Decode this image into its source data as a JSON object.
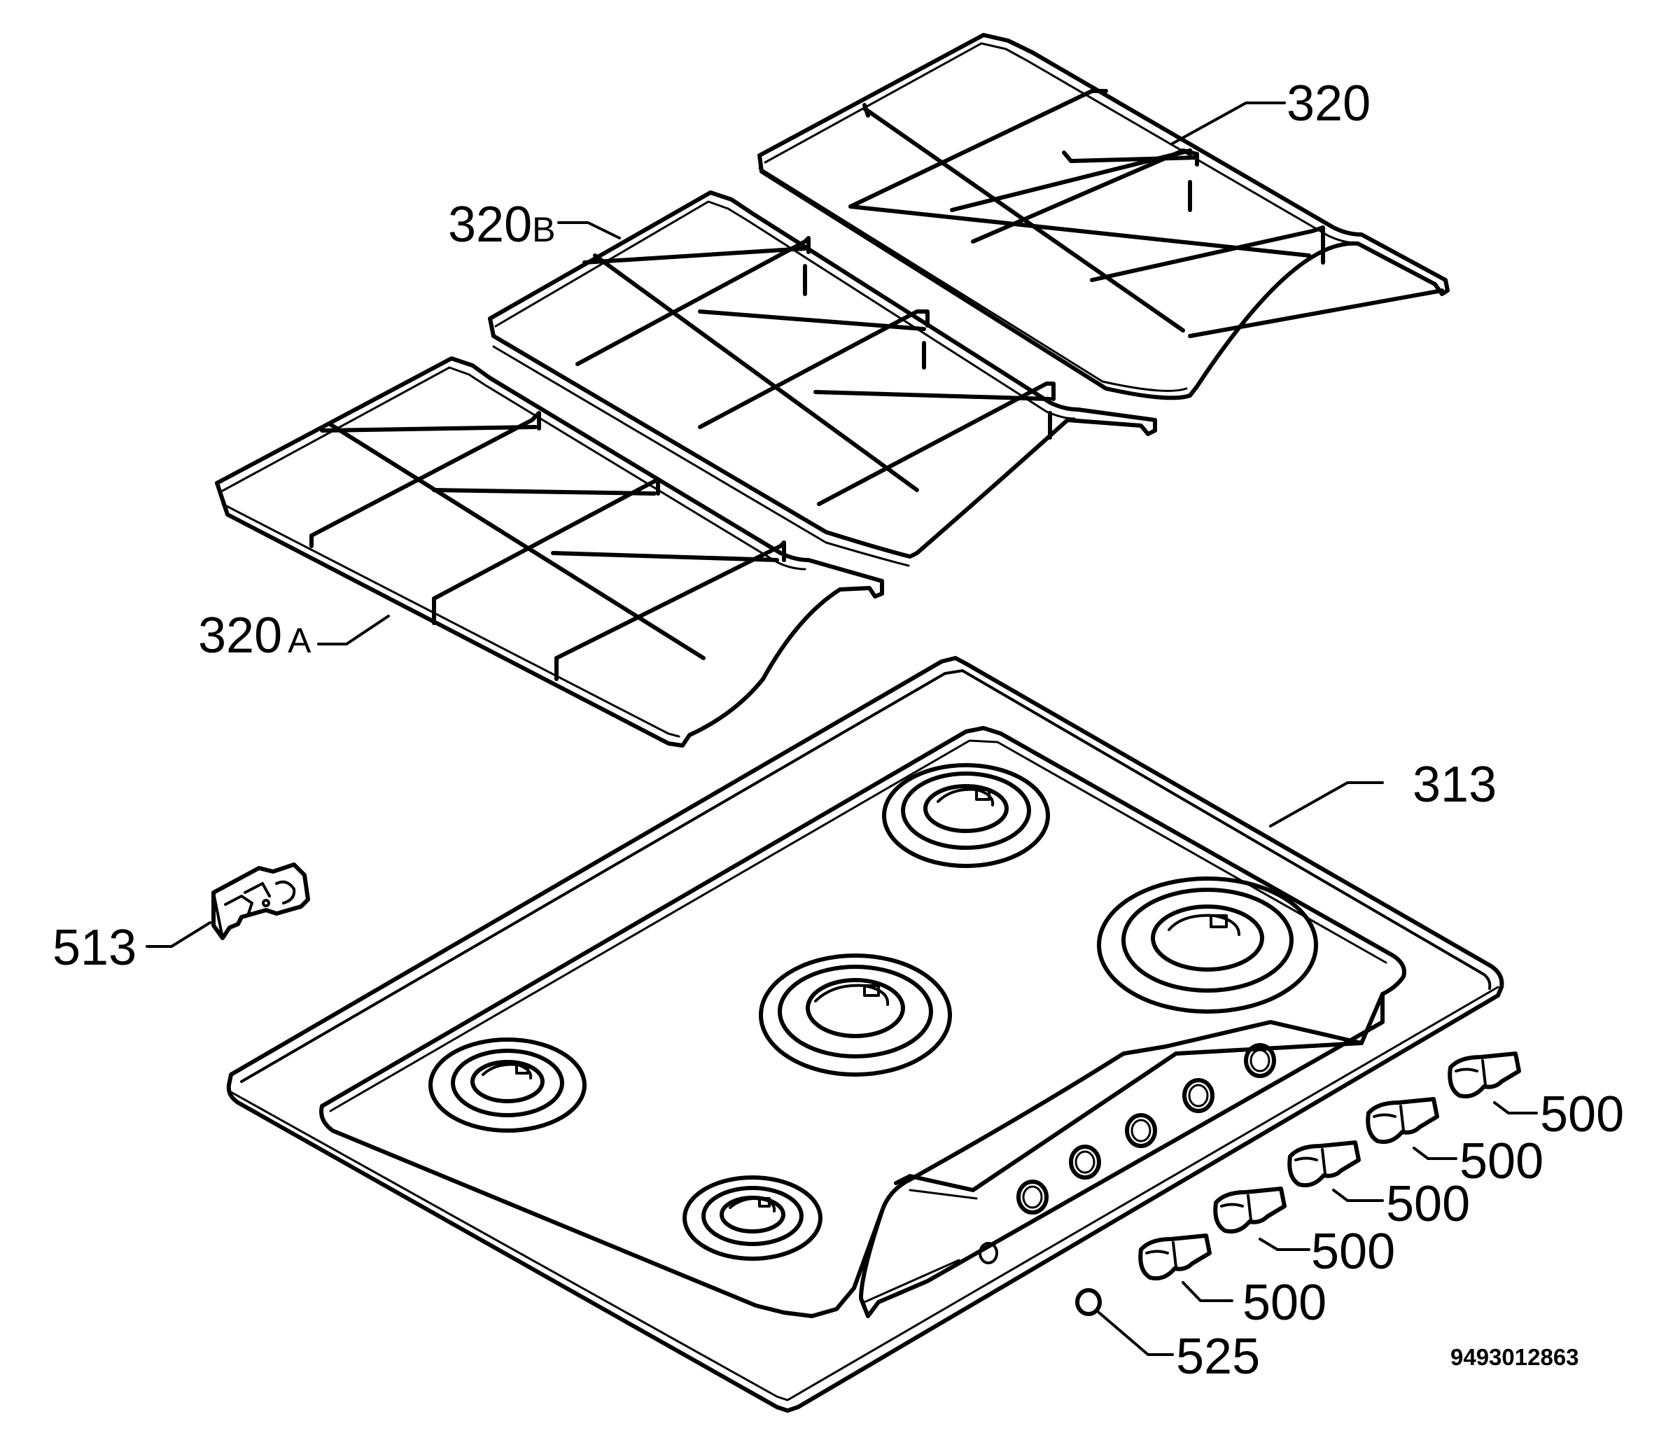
{
  "labels": {
    "grate_rear": "320",
    "grate_middle_num": "320",
    "grate_middle_suffix": "B",
    "grate_front_num": "320",
    "grate_front_suffix": "A",
    "hob_top": "313",
    "clip": "513",
    "knob_1": "500",
    "knob_2": "500",
    "knob_3": "500",
    "knob_4": "500",
    "knob_5": "500",
    "button": "525"
  },
  "drawing_number": "9493012863"
}
